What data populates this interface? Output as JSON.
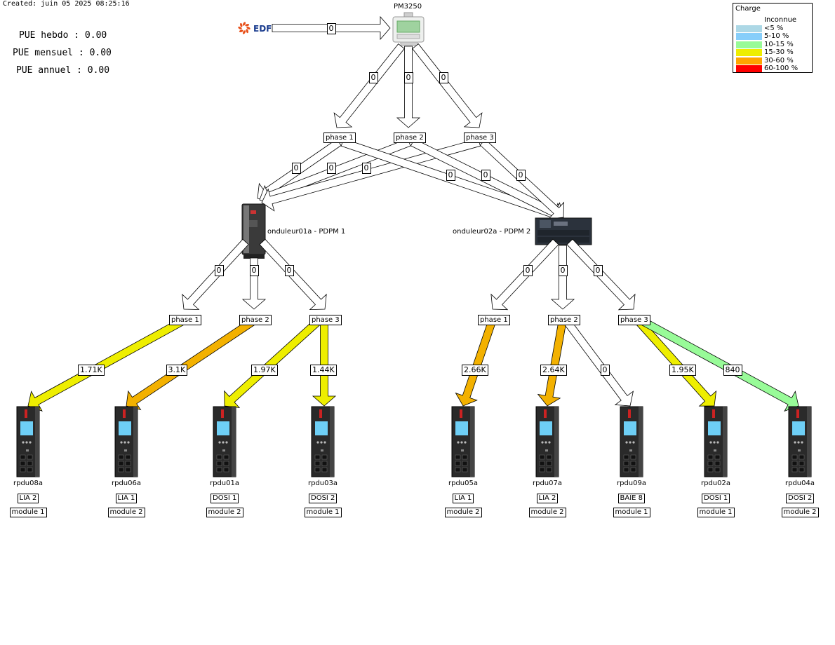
{
  "created": "Created: juin 05 2025 08:25:16",
  "pue": {
    "hebdo": "PUE hebdo : 0.00",
    "mensuel": "PUE mensuel : 0.00",
    "annuel": "PUE annuel : 0.00"
  },
  "legend": {
    "title": "Charge",
    "items": [
      {
        "label": "Inconnue",
        "color": "#ffffff"
      },
      {
        "label": "<5 %",
        "color": "#add8e6"
      },
      {
        "label": "5-10 %",
        "color": "#87cefa"
      },
      {
        "label": "10-15 %",
        "color": "#98fb98"
      },
      {
        "label": "15-30 %",
        "color": "#eeee00"
      },
      {
        "label": "30-60 %",
        "color": "#ffa500"
      },
      {
        "label": "60-100 %",
        "color": "#ff0000"
      }
    ]
  },
  "source": {
    "name": "EDF",
    "logo_color": "#e8501a",
    "text_color": "#1a3c8e"
  },
  "meter": {
    "name": "PM3250"
  },
  "top_phases": [
    "phase 1",
    "phase 2",
    "phase 3"
  ],
  "upses": [
    {
      "name": "onduleur01a - PDPM 1",
      "phases": [
        "phase 1",
        "phase 2",
        "phase 3"
      ]
    },
    {
      "name": "onduleur02a - PDPM 2",
      "phases": [
        "phase 1",
        "phase 2",
        "phase 3"
      ]
    }
  ],
  "links": {
    "edf_meter": "0",
    "meter_phase1": "0",
    "meter_phase2": "0",
    "meter_phase3": "0",
    "p1_ups1": "0",
    "p2_ups1": "0",
    "p3_ups1": "0",
    "p1_ups2": "0",
    "p2_ups2": "0",
    "p3_ups2": "0",
    "ups1_p1": "0",
    "ups1_p2": "0",
    "ups1_p3": "0",
    "ups2_p1": "0",
    "ups2_p2": "0",
    "ups2_p3": "0",
    "rpdu08a": "1.71K",
    "rpdu06a": "3.1K",
    "rpdu01a": "1.97K",
    "rpdu03a": "1.44K",
    "rpdu05a": "2.66K",
    "rpdu07a": "2.64K",
    "rpdu09a": "0",
    "rpdu02a": "1.95K",
    "rpdu04a": "840"
  },
  "pdus": [
    {
      "name": "rpdu08a",
      "room": "LIA 2",
      "module": "module 1"
    },
    {
      "name": "rpdu06a",
      "room": "LIA 1",
      "module": "module 2"
    },
    {
      "name": "rpdu01a",
      "room": "DOSI 1",
      "module": "module 2"
    },
    {
      "name": "rpdu03a",
      "room": "DOSI 2",
      "module": "module 1"
    },
    {
      "name": "rpdu05a",
      "room": "LIA 1",
      "module": "module 2"
    },
    {
      "name": "rpdu07a",
      "room": "LIA 2",
      "module": "module 2"
    },
    {
      "name": "rpdu09a",
      "room": "BAIE 8",
      "module": "module 1"
    },
    {
      "name": "rpdu02a",
      "room": "DOSI 1",
      "module": "module 1"
    },
    {
      "name": "rpdu04a",
      "room": "DOSI 2",
      "module": "module 2"
    }
  ]
}
